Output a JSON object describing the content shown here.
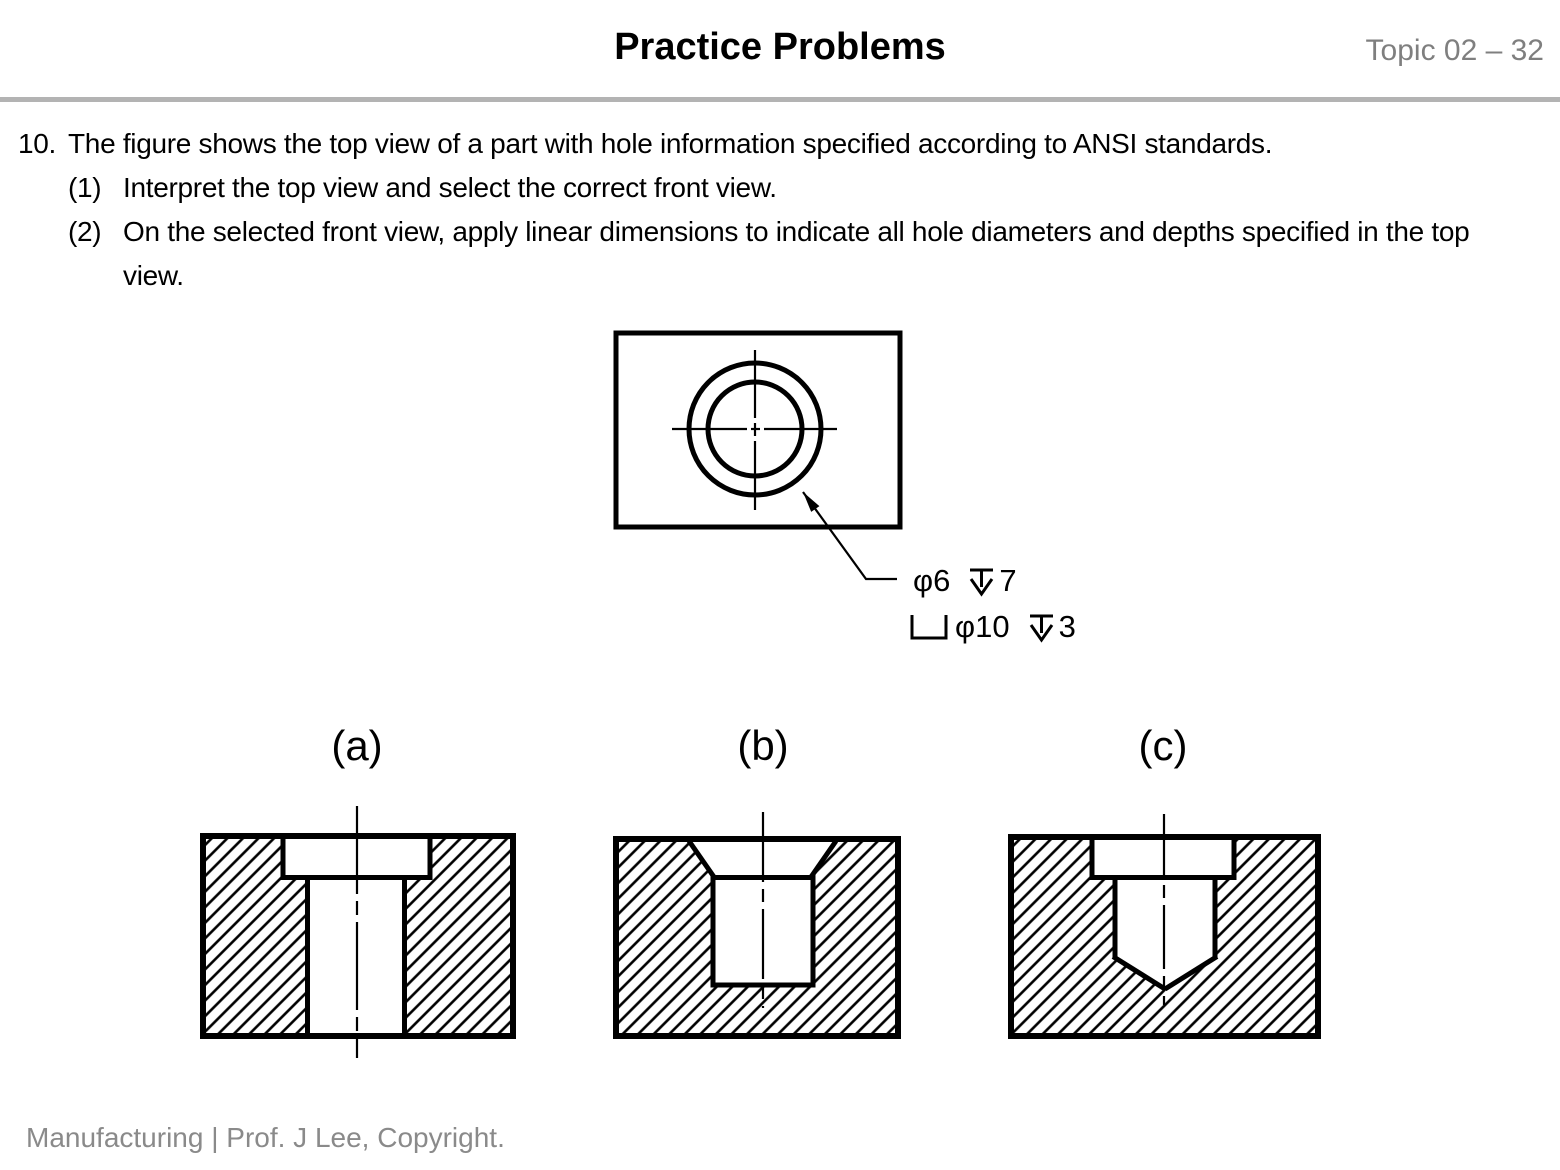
{
  "header": {
    "title": "Practice Problems",
    "topic": "Topic 02 – 32"
  },
  "problem": {
    "number": "10.",
    "statement": "The figure shows the top view of a part with hole information specified according to ANSI standards.",
    "items": [
      {
        "marker": "(1)",
        "text": "Interpret the top view and select the correct front view."
      },
      {
        "marker": "(2)",
        "text": "On the selected front view, apply linear dimensions to indicate all hole diameters and depths specified in the top view."
      }
    ]
  },
  "figure": {
    "callout": {
      "line1": {
        "diameter": "φ6",
        "depth": "7"
      },
      "line2": {
        "diameter": "φ10",
        "depth": "3"
      }
    },
    "symbol_icons": [
      "depth-arrow-icon",
      "counterbore-icon"
    ]
  },
  "options": [
    {
      "label": "(a)"
    },
    {
      "label": "(b)"
    },
    {
      "label": "(c)"
    }
  ],
  "footer": {
    "credit": "Manufacturing | Prof. J Lee, Copyright."
  },
  "colors": {
    "ink": "#000000",
    "muted_text": "#7f7f7f",
    "divider": "#b3b3b3"
  }
}
